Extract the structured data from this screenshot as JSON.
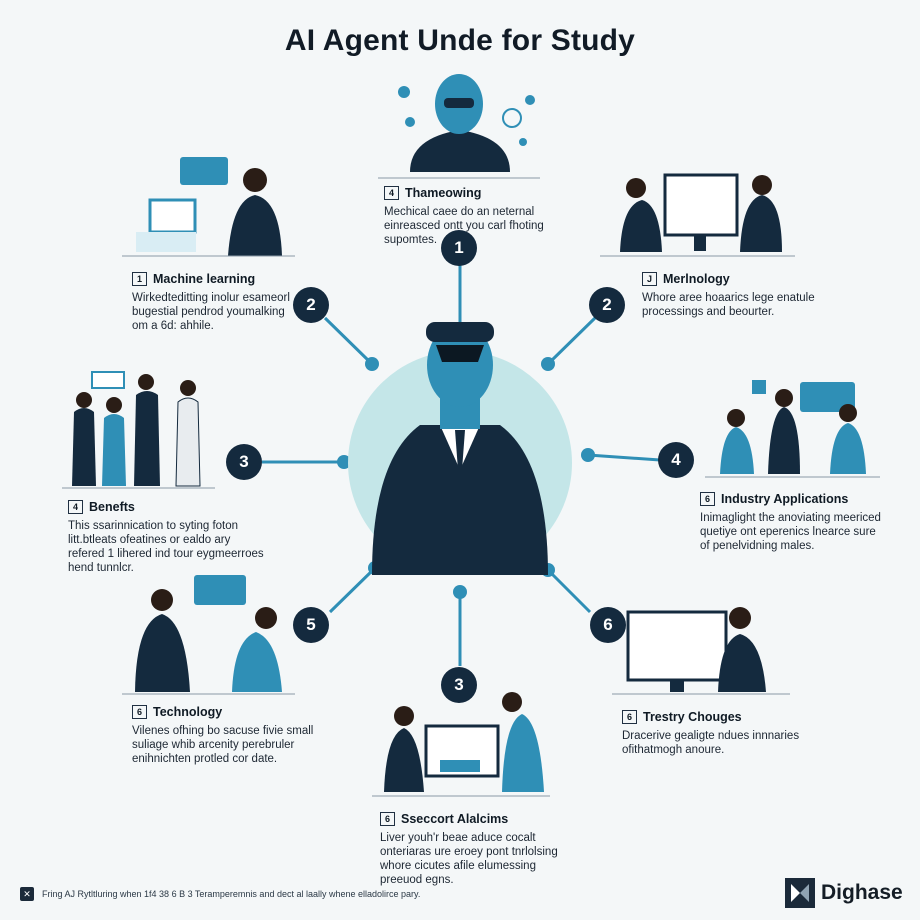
{
  "title": "AI Agent Unde for Study",
  "colors": {
    "navy": "#142a3e",
    "teal": "#2f8fb6",
    "light_teal": "#c4e6e8",
    "accent_blue": "#2d6f9b"
  },
  "sections": [
    {
      "index": "4",
      "heading": "Thameowing",
      "badge": "1",
      "desc": "Mechical caee do an neternal\neinreasced ontt you carl fhoting\nsupomtes."
    },
    {
      "index": "1",
      "heading": "Machine learning",
      "badge": "2",
      "desc": "Wirkedteditting inolur esameorl\nbugestial pendrod youmalking\nom a 6d: ahhile."
    },
    {
      "index": "J",
      "heading": "Merlnology",
      "badge": "2",
      "desc": "Whore aree hoaarics lege enatule\nprocessings and beourter."
    },
    {
      "index": "4",
      "heading": "Benefts",
      "badge": "3",
      "desc": "This ssarinnication to syting foton\nlitt.btleats ofeatines or ealdo ary\nrefered 1 lihered ind tour eygmeerroes\nhend tunnlcr."
    },
    {
      "index": "6",
      "heading": "Industry Applications",
      "badge": "4",
      "desc": "Inimaglight the anoviating meericed\nquetiye ont eperenics lnearce sure\nof penelvidning males."
    },
    {
      "index": "6",
      "heading": "Technology",
      "badge": "5",
      "desc": "Vilenes ofhing bo sacuse fivie small\nsuliage whib arcenity perebruler\nenihnichten protled cor date."
    },
    {
      "index": "6",
      "heading": "Trestry Chouges",
      "badge": "6",
      "desc": "Dracerive gealigte ndues innnaries\nofithatmogh anoure."
    },
    {
      "index": "6",
      "heading": "Sseccort Alalcims",
      "badge": "3",
      "desc": "Liver youh'r beae aduce cocalt\nonteriaras ure eroey pont tnrlolsing\nwhore cicutes afile elumessing\npreeuod egns."
    }
  ],
  "footer_text": "Fring AJ Rytltluring when 1f4 38 6 B 3 Teramperemnis and dect al laally whene elladolirce pary.",
  "brand": "Dighase"
}
